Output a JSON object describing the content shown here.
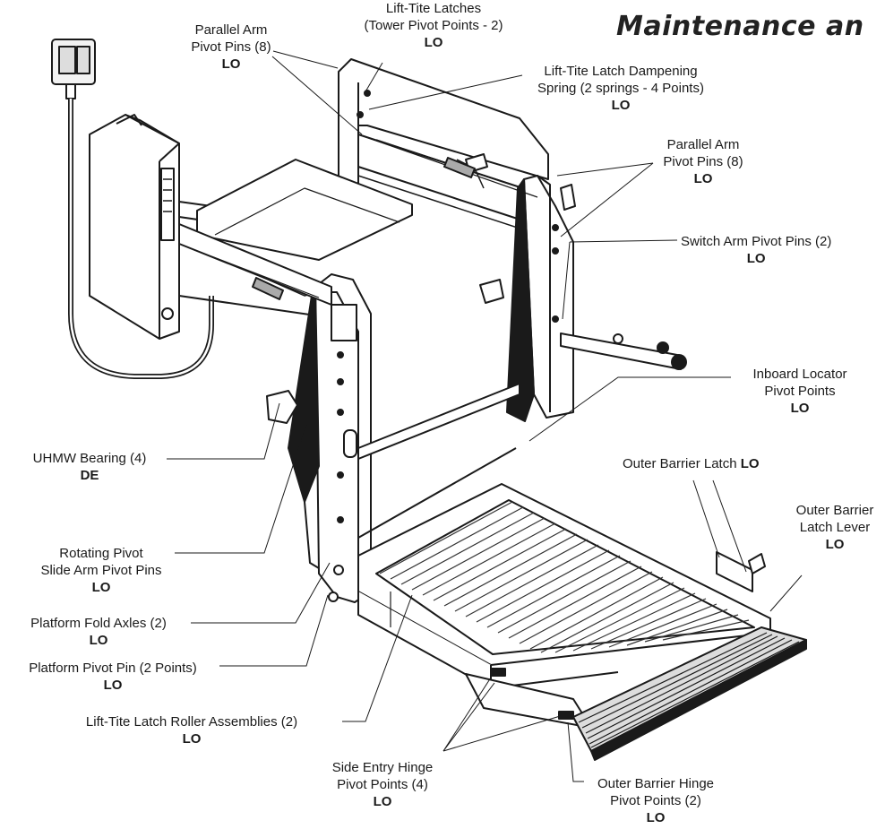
{
  "title": "Maintenance an",
  "callouts": [
    {
      "id": "parallel-arm-top-left",
      "lines": [
        "Parallel Arm",
        "Pivot Pins (8)"
      ],
      "code": "LO"
    },
    {
      "id": "lift-tite-latches",
      "lines": [
        "Lift-Tite Latches",
        "(Tower Pivot Points - 2)"
      ],
      "code": "LO"
    },
    {
      "id": "dampening-spring",
      "lines": [
        "Lift-Tite Latch Dampening",
        "Spring (2 springs - 4 Points)"
      ],
      "code": "LO"
    },
    {
      "id": "parallel-arm-right",
      "lines": [
        "Parallel Arm",
        "Pivot Pins (8)"
      ],
      "code": "LO"
    },
    {
      "id": "switch-arm",
      "lines": [
        "Switch Arm Pivot Pins (2)"
      ],
      "code": "LO"
    },
    {
      "id": "inboard-locator",
      "lines": [
        "Inboard Locator",
        "Pivot Points"
      ],
      "code": "LO"
    },
    {
      "id": "outer-barrier-latch",
      "lines": [
        "Outer Barrier Latch"
      ],
      "code": "LO"
    },
    {
      "id": "outer-barrier-latch-lever",
      "lines": [
        "Outer Barrier",
        "Latch Lever"
      ],
      "code": "LO"
    },
    {
      "id": "uhmw-bearing",
      "lines": [
        "UHMW Bearing (4)"
      ],
      "code": "DE"
    },
    {
      "id": "rotating-pivot",
      "lines": [
        "Rotating Pivot",
        "Slide Arm Pivot Pins"
      ],
      "code": "LO"
    },
    {
      "id": "platform-fold-axles",
      "lines": [
        "Platform Fold Axles (2)"
      ],
      "code": "LO"
    },
    {
      "id": "platform-pivot-pin",
      "lines": [
        "Platform Pivot Pin (2 Points)"
      ],
      "code": "LO"
    },
    {
      "id": "roller-assemblies",
      "lines": [
        "Lift-Tite Latch Roller Assemblies (2)"
      ],
      "code": "LO"
    },
    {
      "id": "side-entry-hinge",
      "lines": [
        "Side Entry Hinge",
        "Pivot Points (4)"
      ],
      "code": "LO"
    },
    {
      "id": "outer-barrier-hinge",
      "lines": [
        "Outer Barrier Hinge",
        "Pivot Points (2)"
      ],
      "code": "LO"
    }
  ]
}
